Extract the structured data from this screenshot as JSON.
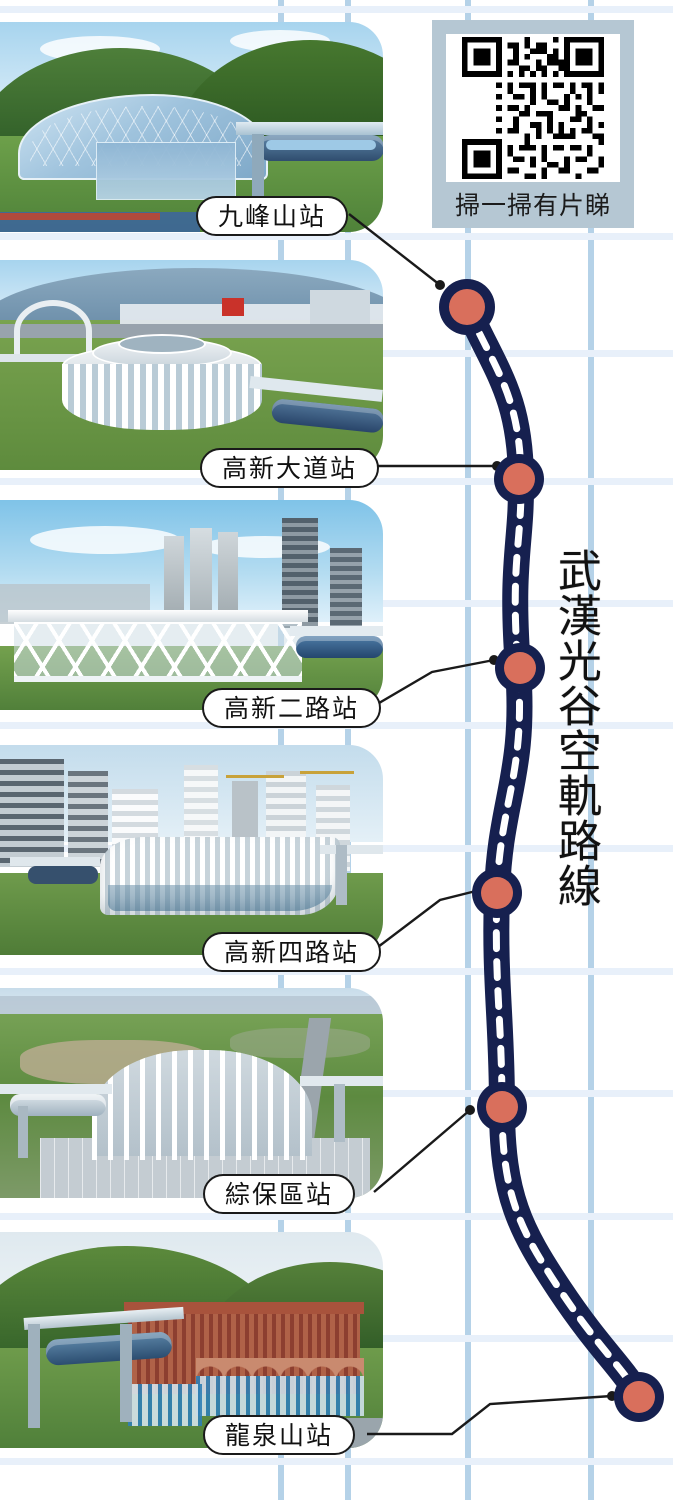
{
  "poster": {
    "title_vertical": "武漢光谷空軌路線",
    "background_color": "#ffffff",
    "grid_vline_color": "#9cc3e0",
    "grid_hline_color": "#e8f0fa"
  },
  "qr": {
    "caption": "掃一掃有片睇",
    "panel_color": "#b5c7d3",
    "icon": "qr-code-icon"
  },
  "route": {
    "line_color": "#16204f",
    "station_fill": "#d96f5c",
    "station_ring": "#16204f",
    "dash_color": "#ffffff",
    "leader_color": "#1a1a1a"
  },
  "stations": [
    {
      "id": "jiufengshan",
      "label": "九峰山站",
      "photo_alt": "九峰山站 glass-dome monorail station with forested hills",
      "photo_theme": "dome"
    },
    {
      "id": "gaoxin-dadao",
      "label": "高新大道站",
      "photo_alt": "高新大道站 round disc-roof station beside arched bridge",
      "photo_theme": "round"
    },
    {
      "id": "gaoxin-erlu",
      "label": "高新二路站",
      "photo_alt": "高新二路站 long white truss station with city skyline",
      "photo_theme": "truss"
    },
    {
      "id": "gaoxin-silu",
      "label": "高新四路站",
      "photo_alt": "高新四路站 wave-façade white station among towers",
      "photo_theme": "wave"
    },
    {
      "id": "zongbaoqu",
      "label": "綜保區站",
      "photo_alt": "綜保區站 barrel-vault ribbed station on open green land",
      "photo_theme": "ribbed"
    },
    {
      "id": "longquanshan",
      "label": "龍泉山站",
      "photo_alt": "龍泉山站 red timber-clad station with mountain backdrop",
      "photo_theme": "red"
    }
  ]
}
